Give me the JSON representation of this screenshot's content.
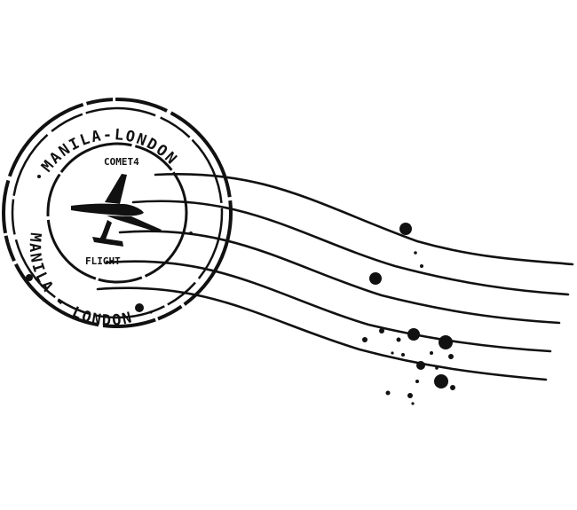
{
  "stamp": {
    "route_top": "MANILA-LONDON",
    "route_bottom": "MANILA - LONDON",
    "aircraft": "COMET4",
    "service": "FLIGHT"
  },
  "colors": {
    "ink": "#111111",
    "paper": "#ffffff"
  },
  "icons": {
    "center": "airplane-icon"
  }
}
